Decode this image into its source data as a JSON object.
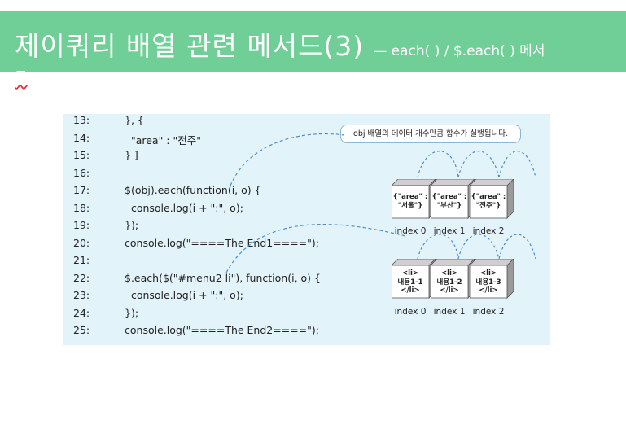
{
  "slide": {
    "title": "제이쿼리 배열 관련 메서드(3)",
    "subtitle": "— each( ) / $.each( ) 메서",
    "subtitle_wrap": "드"
  },
  "figure": {
    "callout": "obj 배열의 데이터 개수만큼 함수가 실행됩니다.",
    "code_lines": [
      {
        "num": "13:",
        "text": "}, {"
      },
      {
        "num": "14:",
        "text": "  \"area\" : \"전주\""
      },
      {
        "num": "15:",
        "text": "} ]"
      },
      {
        "num": "16:",
        "text": ""
      },
      {
        "num": "17:",
        "text": "$(obj).each(function(i, o) {"
      },
      {
        "num": "18:",
        "text": "  console.log(i + \":\", o);"
      },
      {
        "num": "19:",
        "text": "});"
      },
      {
        "num": "20:",
        "text": "console.log(\"====The End1====\");"
      },
      {
        "num": "21:",
        "text": ""
      },
      {
        "num": "22:",
        "text": "$.each($(\"#menu2 li\"), function(i, o) {"
      },
      {
        "num": "23:",
        "text": "  console.log(i + \":\", o);"
      },
      {
        "num": "24:",
        "text": "});"
      },
      {
        "num": "25:",
        "text": "console.log(\"====The End2====\");"
      }
    ],
    "obj_boxes": [
      {
        "line1": "{\"area\" :",
        "line2": "\"서울\"}",
        "index": "index 0"
      },
      {
        "line1": "{\"area\" :",
        "line2": "\"부산\"}",
        "index": "index 1"
      },
      {
        "line1": "{\"area\" :",
        "line2": "\"전주\"}",
        "index": "index 2"
      }
    ],
    "li_boxes": [
      {
        "line1": "<li>",
        "line2": "내용1-1",
        "line3": "</li>",
        "index": "index 0"
      },
      {
        "line1": "<li>",
        "line2": "내용1-2",
        "line3": "</li>",
        "index": "index 1"
      },
      {
        "line1": "<li>",
        "line2": "내용1-3",
        "line3": "</li>",
        "index": "index 2"
      }
    ]
  },
  "colors": {
    "banner": "#6fcf97",
    "figure_bg": "#e3f3fa",
    "arrow": "#4a8fc9"
  }
}
